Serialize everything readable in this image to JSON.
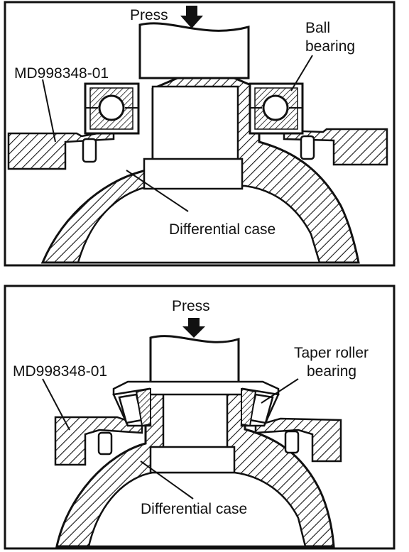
{
  "panels": [
    {
      "press_label": "Press",
      "tool_label": "MD998348-01",
      "bearing_label_line1": "Ball",
      "bearing_label_line2": "bearing",
      "case_label": "Differential case"
    },
    {
      "press_label": "Press",
      "tool_label": "MD998348-01",
      "bearing_label_line1": "Taper roller",
      "bearing_label_line2": "bearing",
      "case_label": "Differential case"
    }
  ],
  "colors": {
    "ink": "#111111",
    "paper": "#ffffff"
  }
}
